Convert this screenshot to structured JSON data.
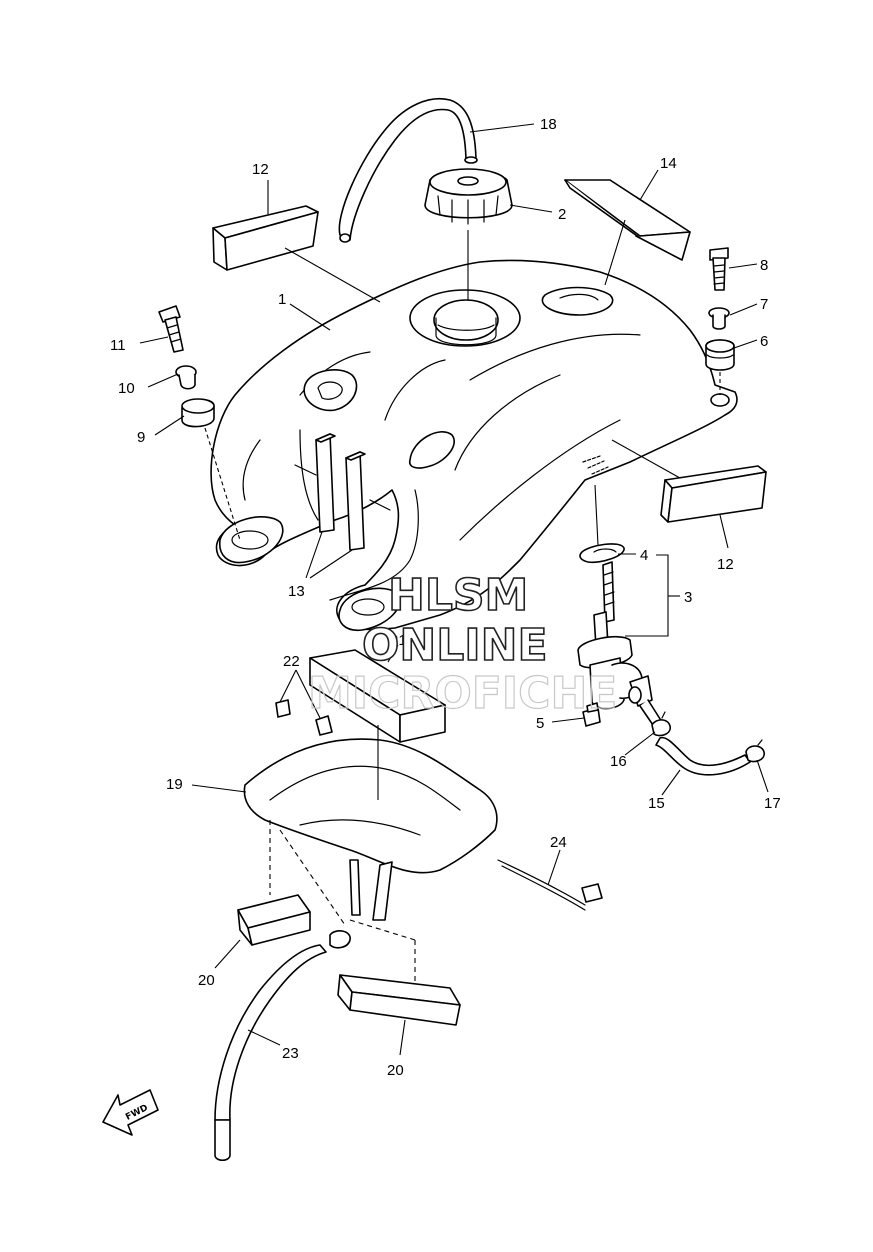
{
  "callouts": {
    "c1": "1",
    "c2": "2",
    "c3": "3",
    "c4": "4",
    "c5": "5",
    "c6": "6",
    "c7": "7",
    "c8": "8",
    "c9": "9",
    "c10": "10",
    "c11": "11",
    "c12a": "12",
    "c12b": "12",
    "c13": "13",
    "c14": "14",
    "c15": "15",
    "c16": "16",
    "c17": "17",
    "c18": "18",
    "c19": "19",
    "c20a": "20",
    "c20b": "20",
    "c21": "21",
    "c22": "22",
    "c23": "23",
    "c24": "24"
  },
  "watermark": {
    "line1": "HLSM",
    "line2": "ONLINE",
    "line3": "MICROFICHE"
  },
  "fwd_arrow": {
    "label": "FWD"
  }
}
